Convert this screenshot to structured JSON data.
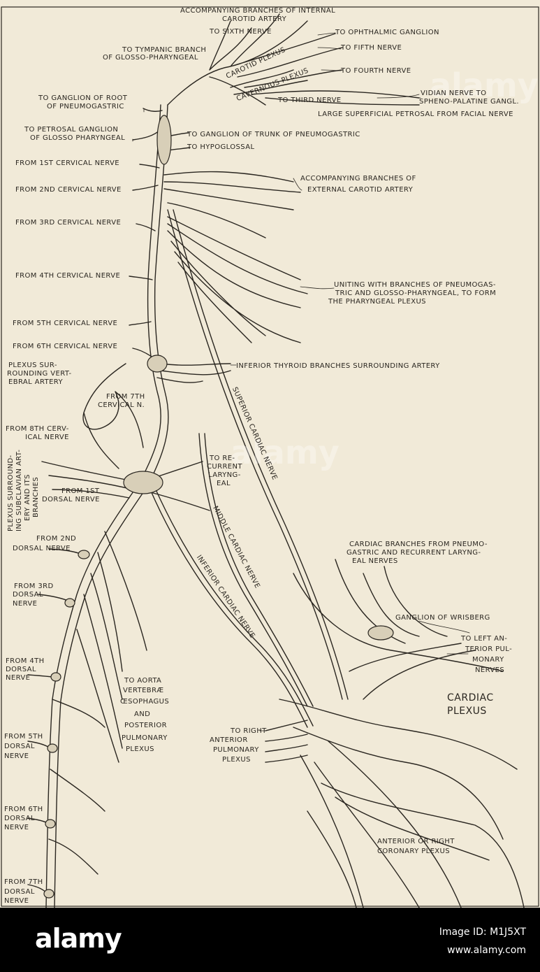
{
  "labels": {
    "acc_internal_1": "ACCOMPANYING BRANCHES OF INTERNAL",
    "acc_internal_2": "CAROTID ARTERY",
    "sixth": "TO SIXTH NERVE",
    "ophthalmic": "TO OPHTHALMIC GANGLION",
    "fifth": "TO FIFTH NERVE",
    "fourth": "TO FOURTH NERVE",
    "tympanic_1": "TO TYMPANIC BRANCH",
    "tympanic_2": "OF GLOSSO-PHARYNGEAL",
    "carotid_plexus": "CAROTID PLEXUS",
    "cavernous_plexus": "CAVERNOUS PLEXUS",
    "third": "TO THIRD NERVE",
    "vidian_1": "VIDIAN NERVE TO",
    "vidian_2": "SPHENO-PALATINE GANGL.",
    "petrosal_facial": "LARGE SUPERFICIAL PETROSAL FROM FACIAL NERVE",
    "root_pneumo_1": "TO GANGLION OF ROOT",
    "root_pneumo_2": "OF PNEUMOGASTRIC",
    "petrosal_gang_1": "TO PETROSAL GANGLION",
    "petrosal_gang_2": "OF GLOSSO PHARYNGEAL",
    "trunk_pneumo": "TO GANGLION OF TRUNK OF PNEUMOGASTRIC",
    "hypoglossal": "TO HYPOGLOSSAL",
    "c1": "FROM 1ST CERVICAL NERVE",
    "c2": "FROM 2ND CERVICAL NERVE",
    "acc_external_1": "ACCOMPANYING BRANCHES OF",
    "acc_external_2": "EXTERNAL CAROTID ARTERY",
    "c3": "FROM 3RD CERVICAL NERVE",
    "c4": "FROM 4TH CERVICAL NERVE",
    "uniting_1": "UNITING WITH BRANCHES OF PNEUMOGAS-",
    "uniting_2": "TRIC AND GLOSSO-PHARYNGEAL, TO FORM",
    "uniting_3": "THE PHARYNGEAL PLEXUS",
    "c5": "FROM 5TH CERVICAL NERVE",
    "c6": "FROM 6TH CERVICAL NERVE",
    "vert_plexus_1": "PLEXUS SUR-",
    "vert_plexus_2": "ROUNDING VERT-",
    "vert_plexus_3": "EBRAL ARTERY",
    "inf_thyroid": "INFERIOR THYROID BRANCHES SURROUNDING ARTERY",
    "c7_1": "FROM 7TH",
    "c7_2": "CERVICAL N.",
    "c8_1": "FROM 8TH CERV-",
    "c8_2": "ICAL NERVE",
    "subclavian_1": "PLEXUS SURROUND-",
    "subclavian_2": "ING SUBCLAVIAN ART-",
    "subclavian_3": "ERY AND ITS",
    "subclavian_4": "BRANCHES",
    "recurrent_1": "TO RE-",
    "recurrent_2": "CURRENT",
    "recurrent_3": "LARYNG-",
    "recurrent_4": "EAL",
    "d1_1": "FROM 1ST",
    "d1_2": "DORSAL NERVE",
    "superior_cardiac": "SUPERIOR CARDIAC NERVE",
    "middle_cardiac": "MIDDLE CARDIAC NERVE",
    "inferior_cardiac": "INFERIOR CARDIAC NERVE",
    "d2_1": "FROM 2ND",
    "d2_2": "DORSAL NERVE",
    "cardiac_branches_1": "CARDIAC BRANCHES FROM PNEUMO-",
    "cardiac_branches_2": "GASTRIC AND RECURRENT LARYNG-",
    "cardiac_branches_3": "EAL NERVES",
    "d3_1": "FROM 3RD",
    "d3_2": "DORSAL",
    "d3_3": "NERVE",
    "wrisberg": "GANGLION OF WRISBERG",
    "left_pulm_1": "TO LEFT AN-",
    "left_pulm_2": "TERIOR PUL-",
    "left_pulm_3": "MONARY",
    "left_pulm_4": "NERVES",
    "d4_1": "FROM 4TH",
    "d4_2": "DORSAL",
    "d4_3": "NERVE",
    "aorta_1": "TO AORTA",
    "aorta_2": "VERTEBRÆ",
    "aorta_3": "ŒSOPHAGUS",
    "aorta_4": "AND",
    "aorta_5": "POSTERIOR",
    "aorta_6": "PULMONARY",
    "aorta_7": "PLEXUS",
    "cardiac_plexus_1": "CARDIAC",
    "cardiac_plexus_2": "PLEXUS",
    "right_pulm_1": "TO RIGHT",
    "right_pulm_2": "ANTERIOR",
    "right_pulm_3": "PULMONARY",
    "right_pulm_4": "PLEXUS",
    "d5_1": "FROM 5TH",
    "d5_2": "DORSAL",
    "d5_3": "NERVE",
    "d6_1": "FROM 6TH",
    "d6_2": "DORSAL",
    "d6_3": "NERVE",
    "coronary_1": "ANTERIOR OR RIGHT",
    "coronary_2": "CORONARY PLEXUS",
    "d7_1": "FROM 7TH",
    "d7_2": "DORSAL",
    "d7_3": "NERVE"
  },
  "watermark": "alamy",
  "footer": {
    "logo": "alamy",
    "image_id": "Image ID: M1J5XT",
    "site": "www.alamy.com"
  },
  "colors": {
    "paper": "#f1ead8",
    "ink": "#2a2620",
    "footer": "#000000"
  }
}
